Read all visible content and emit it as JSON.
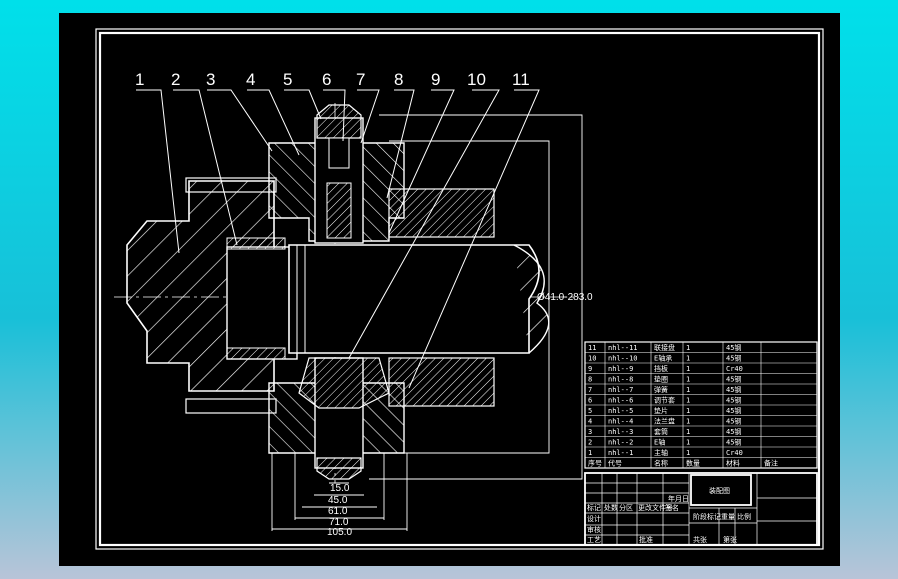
{
  "balloons": [
    "1",
    "2",
    "3",
    "4",
    "5",
    "6",
    "7",
    "8",
    "9",
    "10",
    "11"
  ],
  "dimensions": {
    "shaft_fit": "Ø41.0-283.0",
    "d1": "15.0",
    "d2": "45.0",
    "d3": "61.0",
    "d4": "71.0",
    "d5": "105.0"
  },
  "parts_list": {
    "rows": [
      {
        "no": "11",
        "code": "nhl--11",
        "name": "联接盘",
        "qty": "1",
        "material": "45钢"
      },
      {
        "no": "10",
        "code": "nhl--10",
        "name": "E轴承",
        "qty": "1",
        "material": "45钢"
      },
      {
        "no": "9",
        "code": "nhl--9",
        "name": "挡板",
        "qty": "1",
        "material": "Cr40"
      },
      {
        "no": "8",
        "code": "nhl--8",
        "name": "垫圈",
        "qty": "1",
        "material": "45钢"
      },
      {
        "no": "7",
        "code": "nhl--7",
        "name": "弹簧",
        "qty": "1",
        "material": "45钢"
      },
      {
        "no": "6",
        "code": "nhl--6",
        "name": "调节套",
        "qty": "1",
        "material": "45钢"
      },
      {
        "no": "5",
        "code": "nhl--5",
        "name": "垫片",
        "qty": "1",
        "material": "45钢"
      },
      {
        "no": "4",
        "code": "nhl--4",
        "name": "法兰盘",
        "qty": "1",
        "material": "45钢"
      },
      {
        "no": "3",
        "code": "nhl--3",
        "name": "套筒",
        "qty": "1",
        "material": "45钢"
      },
      {
        "no": "2",
        "code": "nhl--2",
        "name": "E轴",
        "qty": "1",
        "material": "45钢"
      },
      {
        "no": "1",
        "code": "nhl--1",
        "name": "主轴",
        "qty": "1",
        "material": "Cr40"
      }
    ],
    "header": [
      "序号",
      "代号",
      "名称",
      "数量",
      "材料",
      "备注"
    ]
  },
  "title_block": {
    "drawing_name": "装配图",
    "labels": [
      "标记",
      "处数",
      "分区",
      "更改文件号",
      "签名",
      "年月日",
      "设计",
      "审核",
      "工艺",
      "批准",
      "阶段标记",
      "重量",
      "比例",
      "共张",
      "第张"
    ]
  }
}
